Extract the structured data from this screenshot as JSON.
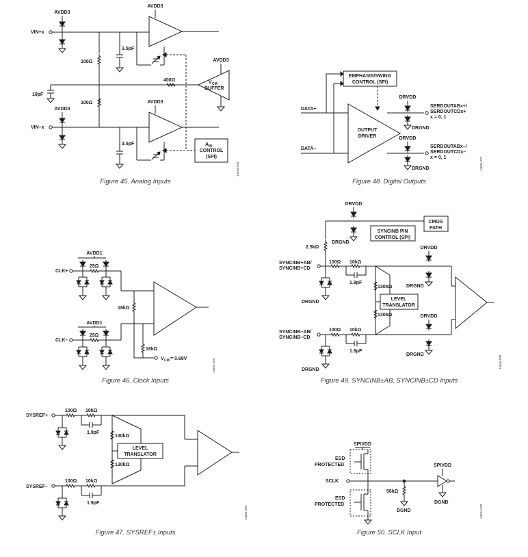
{
  "figures": {
    "fig45": {
      "caption": "Figure 45. Analog Inputs",
      "code": "14694-024",
      "labels": {
        "avdd3_top": "AVDD3",
        "avdd3_amp_top": "AVDD3",
        "avdd3_mid": "AVDD3",
        "avdd3_amp_bot": "AVDD3",
        "avdd3_buf": "AVDD3",
        "vinp": "VIN+x",
        "vinn": "VIN–x",
        "r100_top": "100Ω",
        "r100_bot": "100Ω",
        "c_top": "3.5pF",
        "c_bot": "3.5pF",
        "c10": "10pF",
        "r400": "400Ω",
        "vcm_main": "V",
        "vcm_sub": "CM",
        "buffer": "BUFFER",
        "ain_main": "A",
        "ain_sub": "IN",
        "ain_ctrl": "CONTROL",
        "ain_spi": "(SPI)"
      }
    },
    "fig46": {
      "caption": "Figure 46. Clock Inputs",
      "code": "14694-025",
      "labels": {
        "avdd1_top": "AVDD1",
        "avdd1_bot": "AVDD1",
        "clkp": "CLK+",
        "clkn": "CLK–",
        "r25_top": "25Ω",
        "r25_bot": "25Ω",
        "r16_a": "16kΩ",
        "r16_b": "16kΩ",
        "vcm_main": "V",
        "vcm_sub": "CM",
        "vcm_val": " = 0.69V"
      }
    },
    "fig47": {
      "caption": "Figure 47. SYSREF± Inputs",
      "code": "14694-026",
      "labels": {
        "sysrefp": "SYSREF+",
        "sysrefn": "SYSREF–",
        "r100_top": "100Ω",
        "r10k_top": "10kΩ",
        "r100_bot": "100Ω",
        "r10k_bot": "10kΩ",
        "c_top": "1.9pF",
        "c_bot": "1.9pF",
        "r130_top": "130kΩ",
        "r130_bot": "130kΩ",
        "level": "LEVEL",
        "translator": "TRANSLATOR"
      }
    },
    "fig48": {
      "caption": "Figure 48. Digital Outputs",
      "code": "14694-027",
      "labels": {
        "emph1": "EMPHASIS/SWING",
        "emph2": "CONTROL (SPI)",
        "datap": "DATA+",
        "datan": "DATA–",
        "out1": "OUTPUT",
        "out2": "DRIVER",
        "drvdd_top": "DRVDD",
        "drgnd_top": "DRGND",
        "drvdd_bot": "DRVDD",
        "drgnd_bot": "DRGND",
        "serp1": "SERDOUTABx+/",
        "serp2": "SERDOUTCDx+",
        "serp3": "x = 0, 1",
        "sern1": "SERDOUTABx–/",
        "sern2": "SERDOUTCDx–",
        "sern3": "x = 0, 1"
      }
    },
    "fig49": {
      "caption": "Figure 49. SYNCINB±AB, SYNCINB±CD Inputs",
      "code": "14694-028",
      "labels": {
        "drvdd": "DRVDD",
        "drgnd1": "DRGND",
        "cmos1": "CMOS",
        "cmos2": "PATH",
        "sync1": "SYNCINB PIN",
        "sync2": "CONTROL (SPI)",
        "r25k": "2.5kΩ",
        "synp1": "SYNCINB+AB/",
        "synp2": "SYNCINB+CD",
        "synn1": "SYNCINB–AB/",
        "synn2": "SYNCINB–CD",
        "r100_top": "100Ω",
        "r10k_top": "10kΩ",
        "r100_bot": "100Ω",
        "r10k_bot": "10kΩ",
        "c_top": "1.9pF",
        "c_bot": "1.9pF",
        "drgnd_l1": "DRGND",
        "drgnd_l2": "DRGND",
        "r130_top": "130kΩ",
        "r130_bot": "130kΩ",
        "level": "LEVEL",
        "translator": "TRANSLATOR",
        "drvdd_r1": "DRVDD",
        "drgnd_r1": "DRGND",
        "drvdd_r2": "DRVDD",
        "drgnd_r2": "DRGND"
      }
    },
    "fig50": {
      "caption": "Figure 50. SCLK Input",
      "code": "14694-029",
      "labels": {
        "spivdd_l": "SPIVDD",
        "esd1a": "ESD",
        "esd1b": "PROTECTED",
        "esd2a": "ESD",
        "esd2b": "PROTECTED",
        "sclk": "SCLK",
        "r56k": "56kΩ",
        "dgnd_r": "DGND",
        "spivdd_r": "SPIVDD",
        "dgnd_buf": "DGND"
      }
    }
  }
}
